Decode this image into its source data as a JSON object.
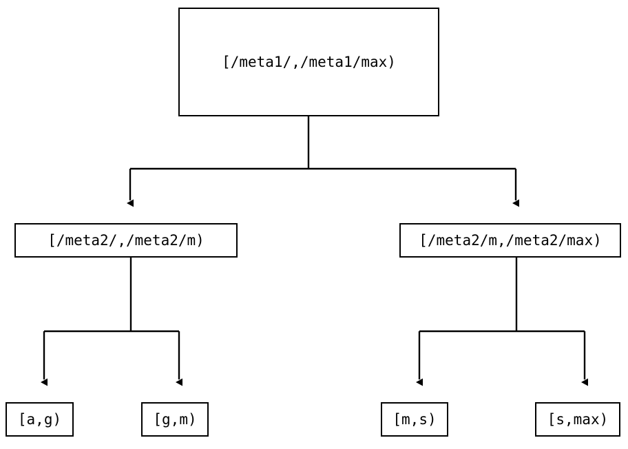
{
  "diagram": {
    "type": "tree",
    "title": "",
    "orientation": "top-down",
    "colors": {
      "background": "#ffffff",
      "stroke": "#000000",
      "text": "#000000",
      "node_fill": "#ffffff"
    },
    "nodes": {
      "root": {
        "id": "root",
        "label": "[/meta1/,/meta1/max)",
        "level": 0
      },
      "mid_left": {
        "id": "mid-left",
        "label": "[/meta2/,/meta2/m)",
        "level": 1
      },
      "mid_right": {
        "id": "mid-right",
        "label": "[/meta2/m,/meta2/max)",
        "level": 1
      },
      "leaf_1": {
        "id": "leaf-a-g",
        "label": "[a,g)",
        "level": 2
      },
      "leaf_2": {
        "id": "leaf-g-m",
        "label": "[g,m)",
        "level": 2
      },
      "leaf_3": {
        "id": "leaf-m-s",
        "label": "[m,s)",
        "level": 2
      },
      "leaf_4": {
        "id": "leaf-s-max",
        "label": "[s,max)",
        "level": 2
      }
    },
    "edges": [
      {
        "from": "root",
        "to": "mid_left",
        "arrow": true
      },
      {
        "from": "root",
        "to": "mid_right",
        "arrow": true
      },
      {
        "from": "mid_left",
        "to": "leaf_1",
        "arrow": true
      },
      {
        "from": "mid_left",
        "to": "leaf_2",
        "arrow": true
      },
      {
        "from": "mid_right",
        "to": "leaf_3",
        "arrow": true
      },
      {
        "from": "mid_right",
        "to": "leaf_4",
        "arrow": true
      }
    ]
  }
}
